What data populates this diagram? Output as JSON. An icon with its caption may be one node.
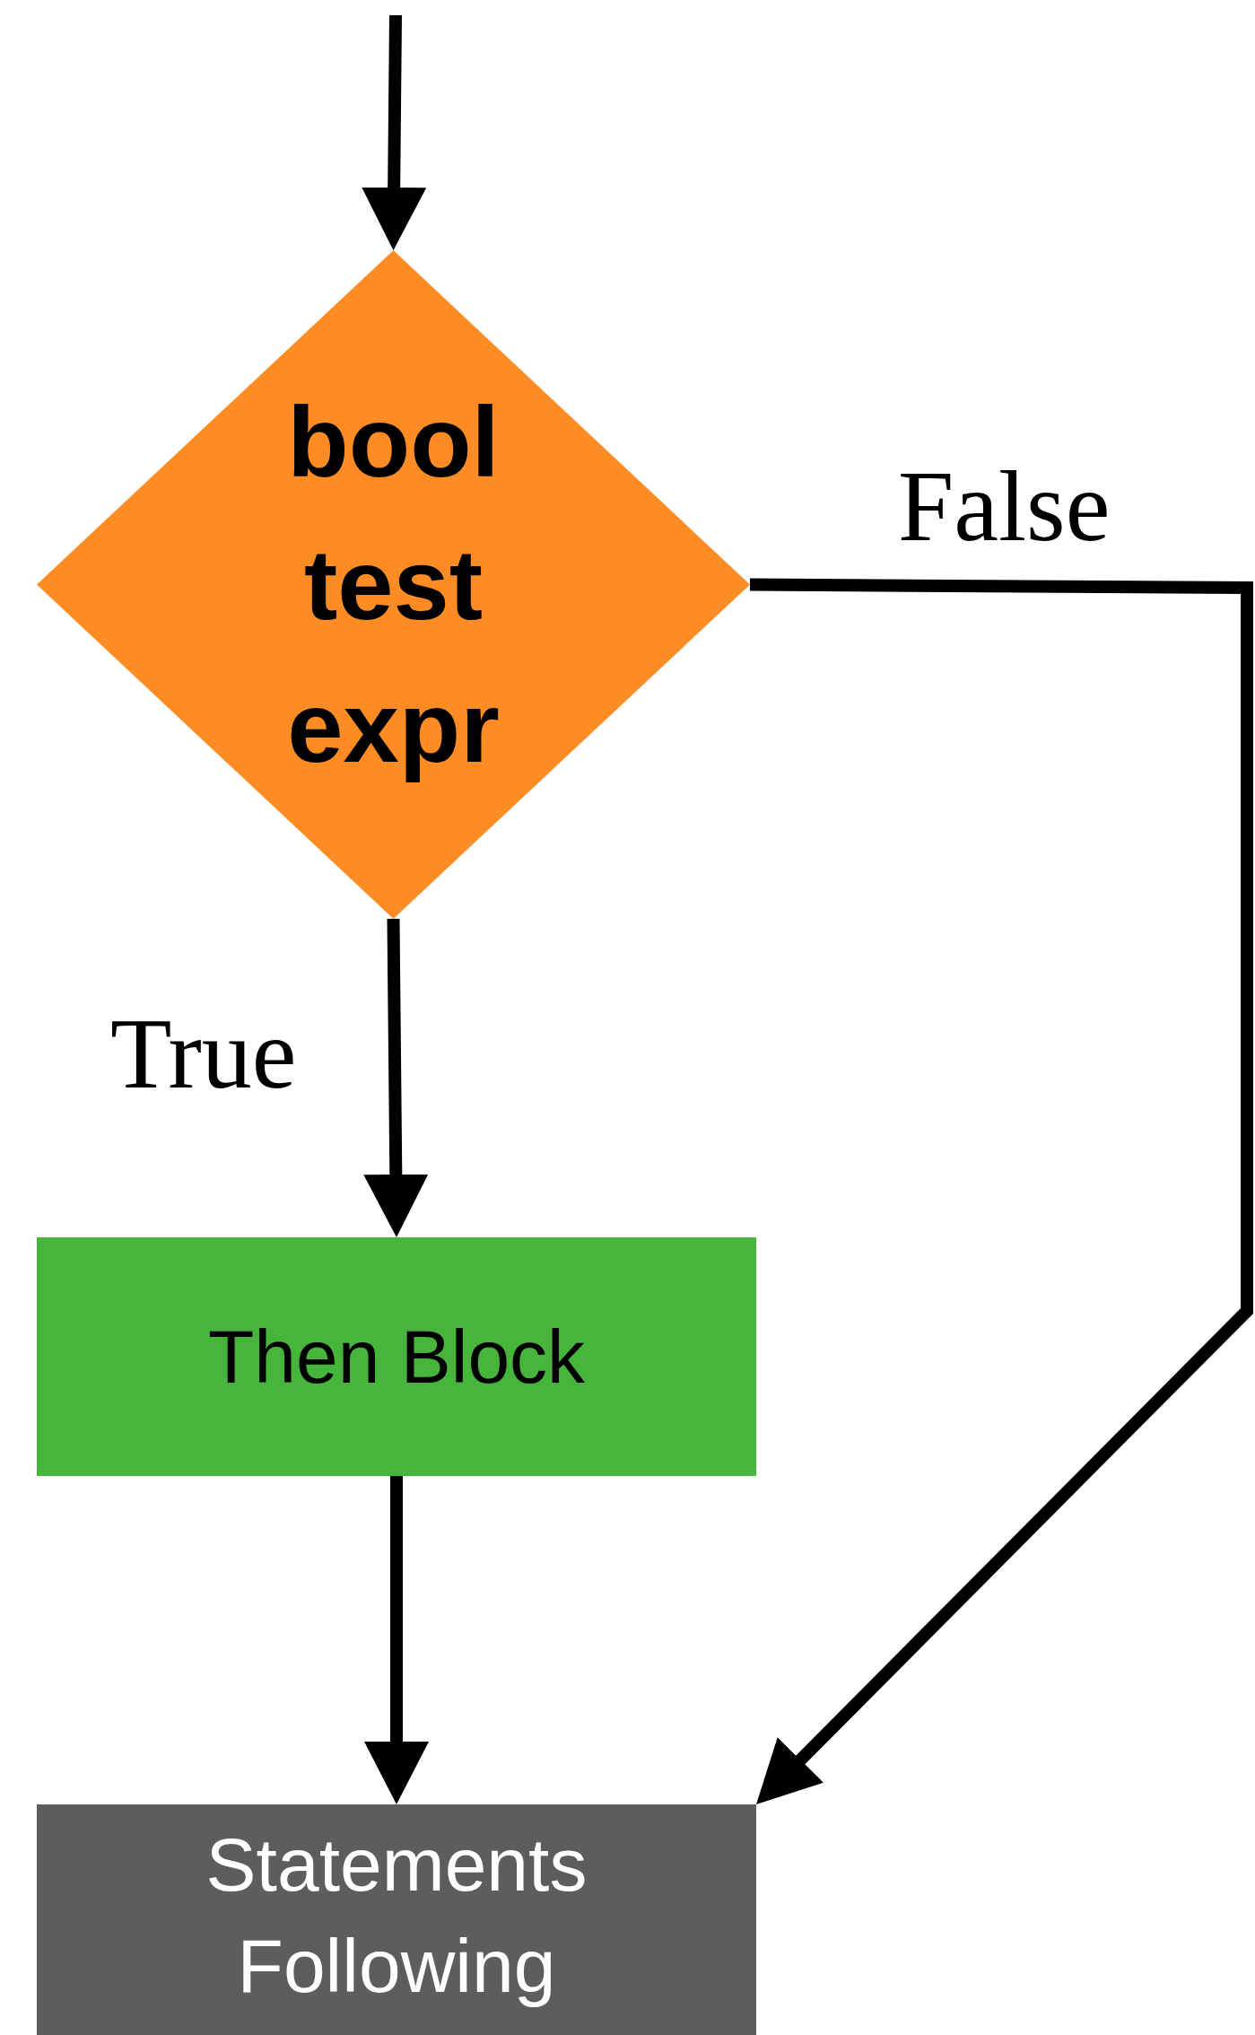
{
  "diagram": {
    "nodes": [
      {
        "text": [
          "bool test expr"
        ]
      },
      {
        "text": [
          "Then Block"
        ]
      },
      {
        "text": [
          "Statements Following"
        ]
      }
    ],
    "edges": [
      {
        "from": null,
        "to": 0,
        "arrow": "to"
      },
      {
        "from": 0,
        "to": 1,
        "arrow": "to",
        "label": "True"
      },
      {
        "from": 0,
        "to": 2,
        "arrow": "to",
        "label": "False"
      },
      {
        "from": 1,
        "to": 2,
        "arrow": "to"
      }
    ]
  }
}
